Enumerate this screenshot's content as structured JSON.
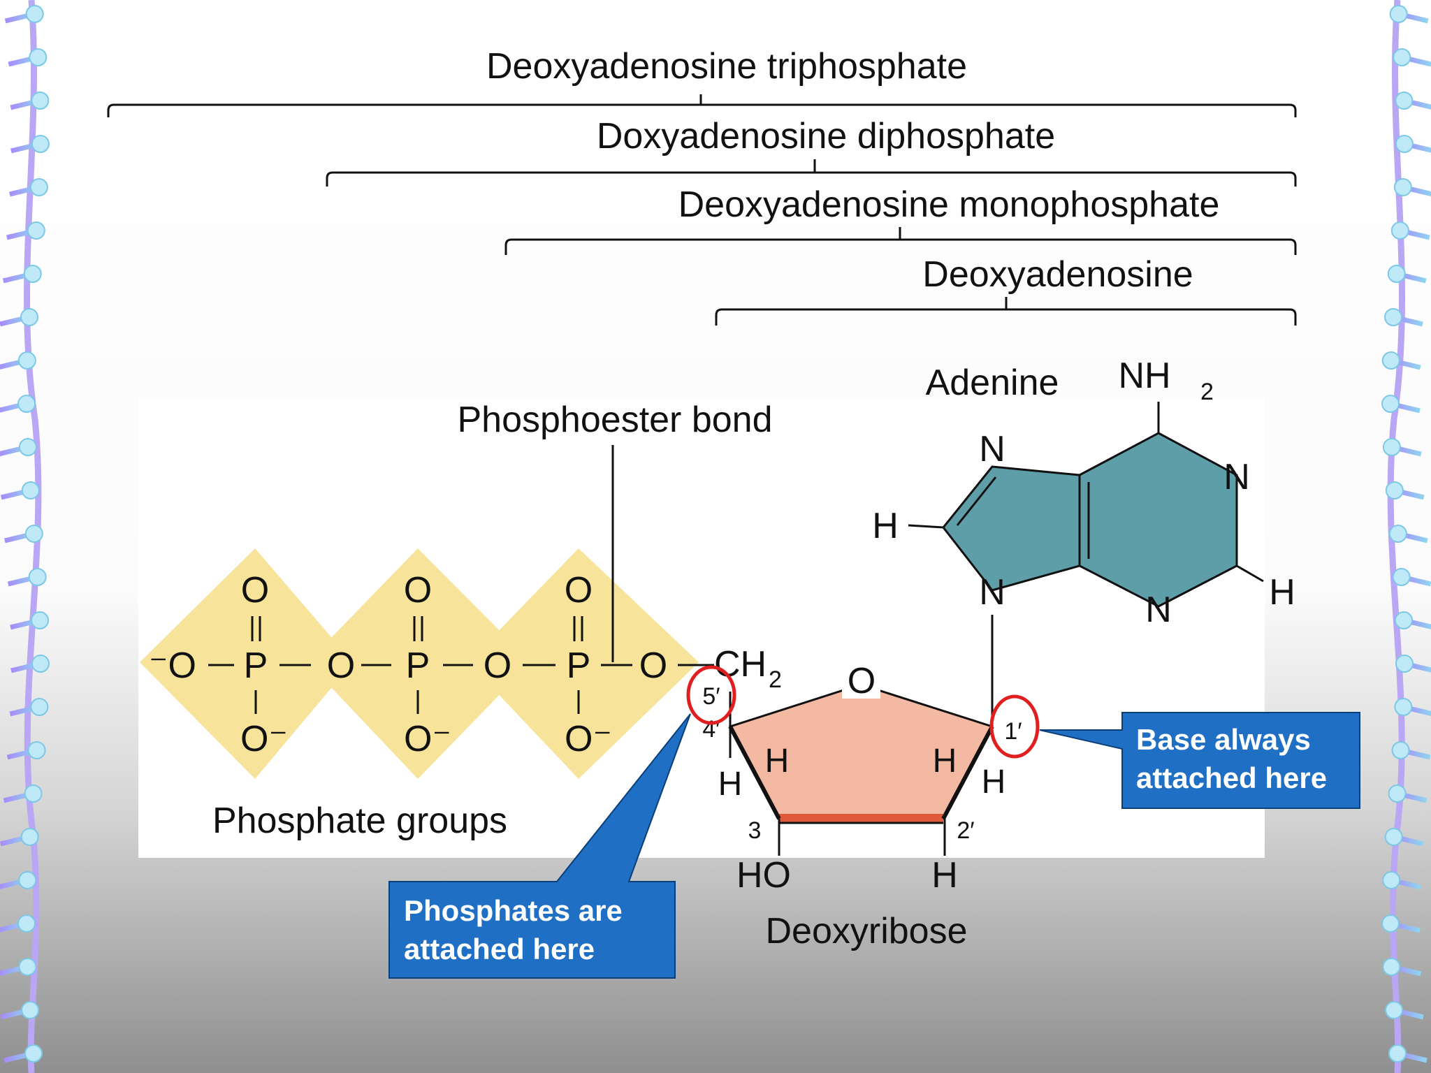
{
  "brackets": {
    "triphosphate": "Deoxyadenosine triphosphate",
    "diphosphate": "Doxyadenosine diphosphate",
    "monophosphate": "Deoxyadenosine monophosphate",
    "nucleoside": "Deoxyadenosine"
  },
  "labels": {
    "phosphoester_bond": "Phosphoester bond",
    "adenine": "Adenine",
    "phosphate_groups": "Phosphate groups",
    "deoxyribose": "Deoxyribose"
  },
  "atoms": {
    "o": "O",
    "o_minus_left": "⁻O",
    "o_minus": "O⁻",
    "p": "P",
    "ch2": "CH",
    "sub2": "2",
    "nh2": "NH",
    "n": "N",
    "h": "H",
    "ho": "HO"
  },
  "carbons": {
    "c5": "5′",
    "c4": "4′",
    "c3": "3",
    "c2": "2′",
    "c1": "1′"
  },
  "callouts": {
    "base_line1": "Base always",
    "base_line2": "attached here",
    "phos_line1": "Phosphates are",
    "phos_line2": "attached here"
  },
  "colors": {
    "phosphate_fill": "#f7e49a",
    "sugar_fill": "#f4b9a3",
    "sugar_edge": "#e05a3a",
    "adenine_fill": "#5e9ea8",
    "callout_fill": "#1f6fc5",
    "highlight_ring": "#e02020"
  }
}
